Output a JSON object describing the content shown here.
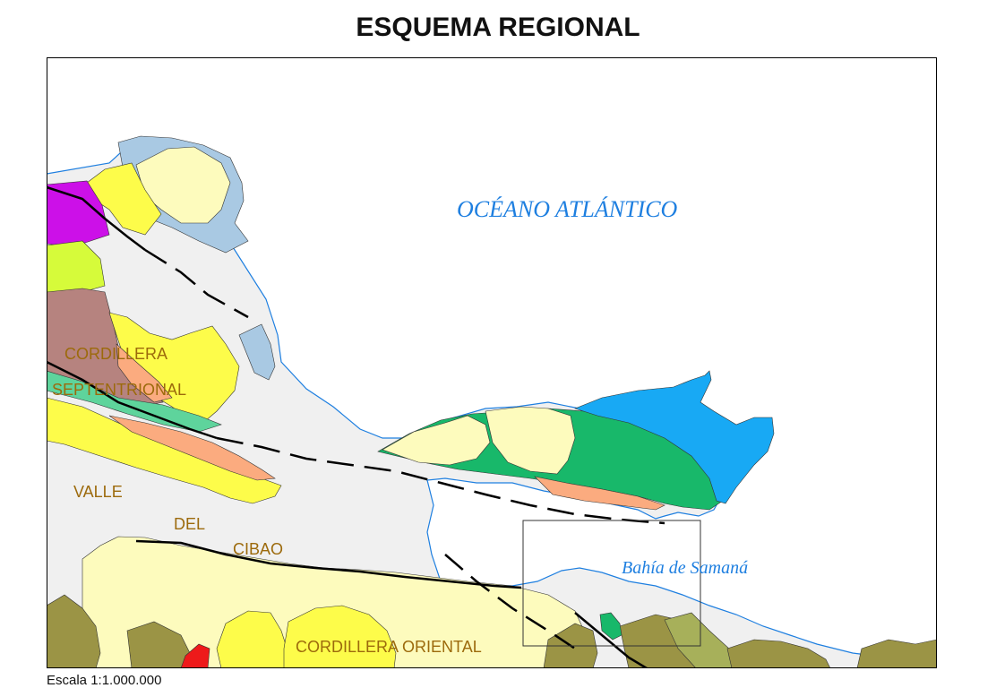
{
  "title": "ESQUEMA REGIONAL",
  "scale": "Escala 1:1.000.000",
  "labels": {
    "ocean": "OCÉANO ATLÁNTICO",
    "bay": "Bahía de Samaná",
    "cordillera_line1": "CORDILLERA",
    "cordillera_line2": "SEPTENTRIONAL",
    "valle": "VALLE",
    "del": "DEL",
    "cibao": "CIBAO",
    "oriental": "CORDILLERA ORIENTAL"
  },
  "colors": {
    "sea": "#ffffff",
    "land": "#f0f0f0",
    "coast": "#1e7fe0",
    "light_blue": "#a9c9e3",
    "bright_blue": "#18a9f4",
    "pale_yellow": "#fdfbbd",
    "yellow": "#fdfc4a",
    "lime": "#d6fb3a",
    "magenta": "#cc10e8",
    "mauve": "#b6837f",
    "salmon": "#fbab7f",
    "mint": "#5ed49c",
    "green": "#18b86a",
    "olive": "#9b9445",
    "olive_light": "#a7b05a",
    "red": "#ee1a1a",
    "region_text": "#9c6a0c",
    "sea_text": "#1e7fe0"
  }
}
